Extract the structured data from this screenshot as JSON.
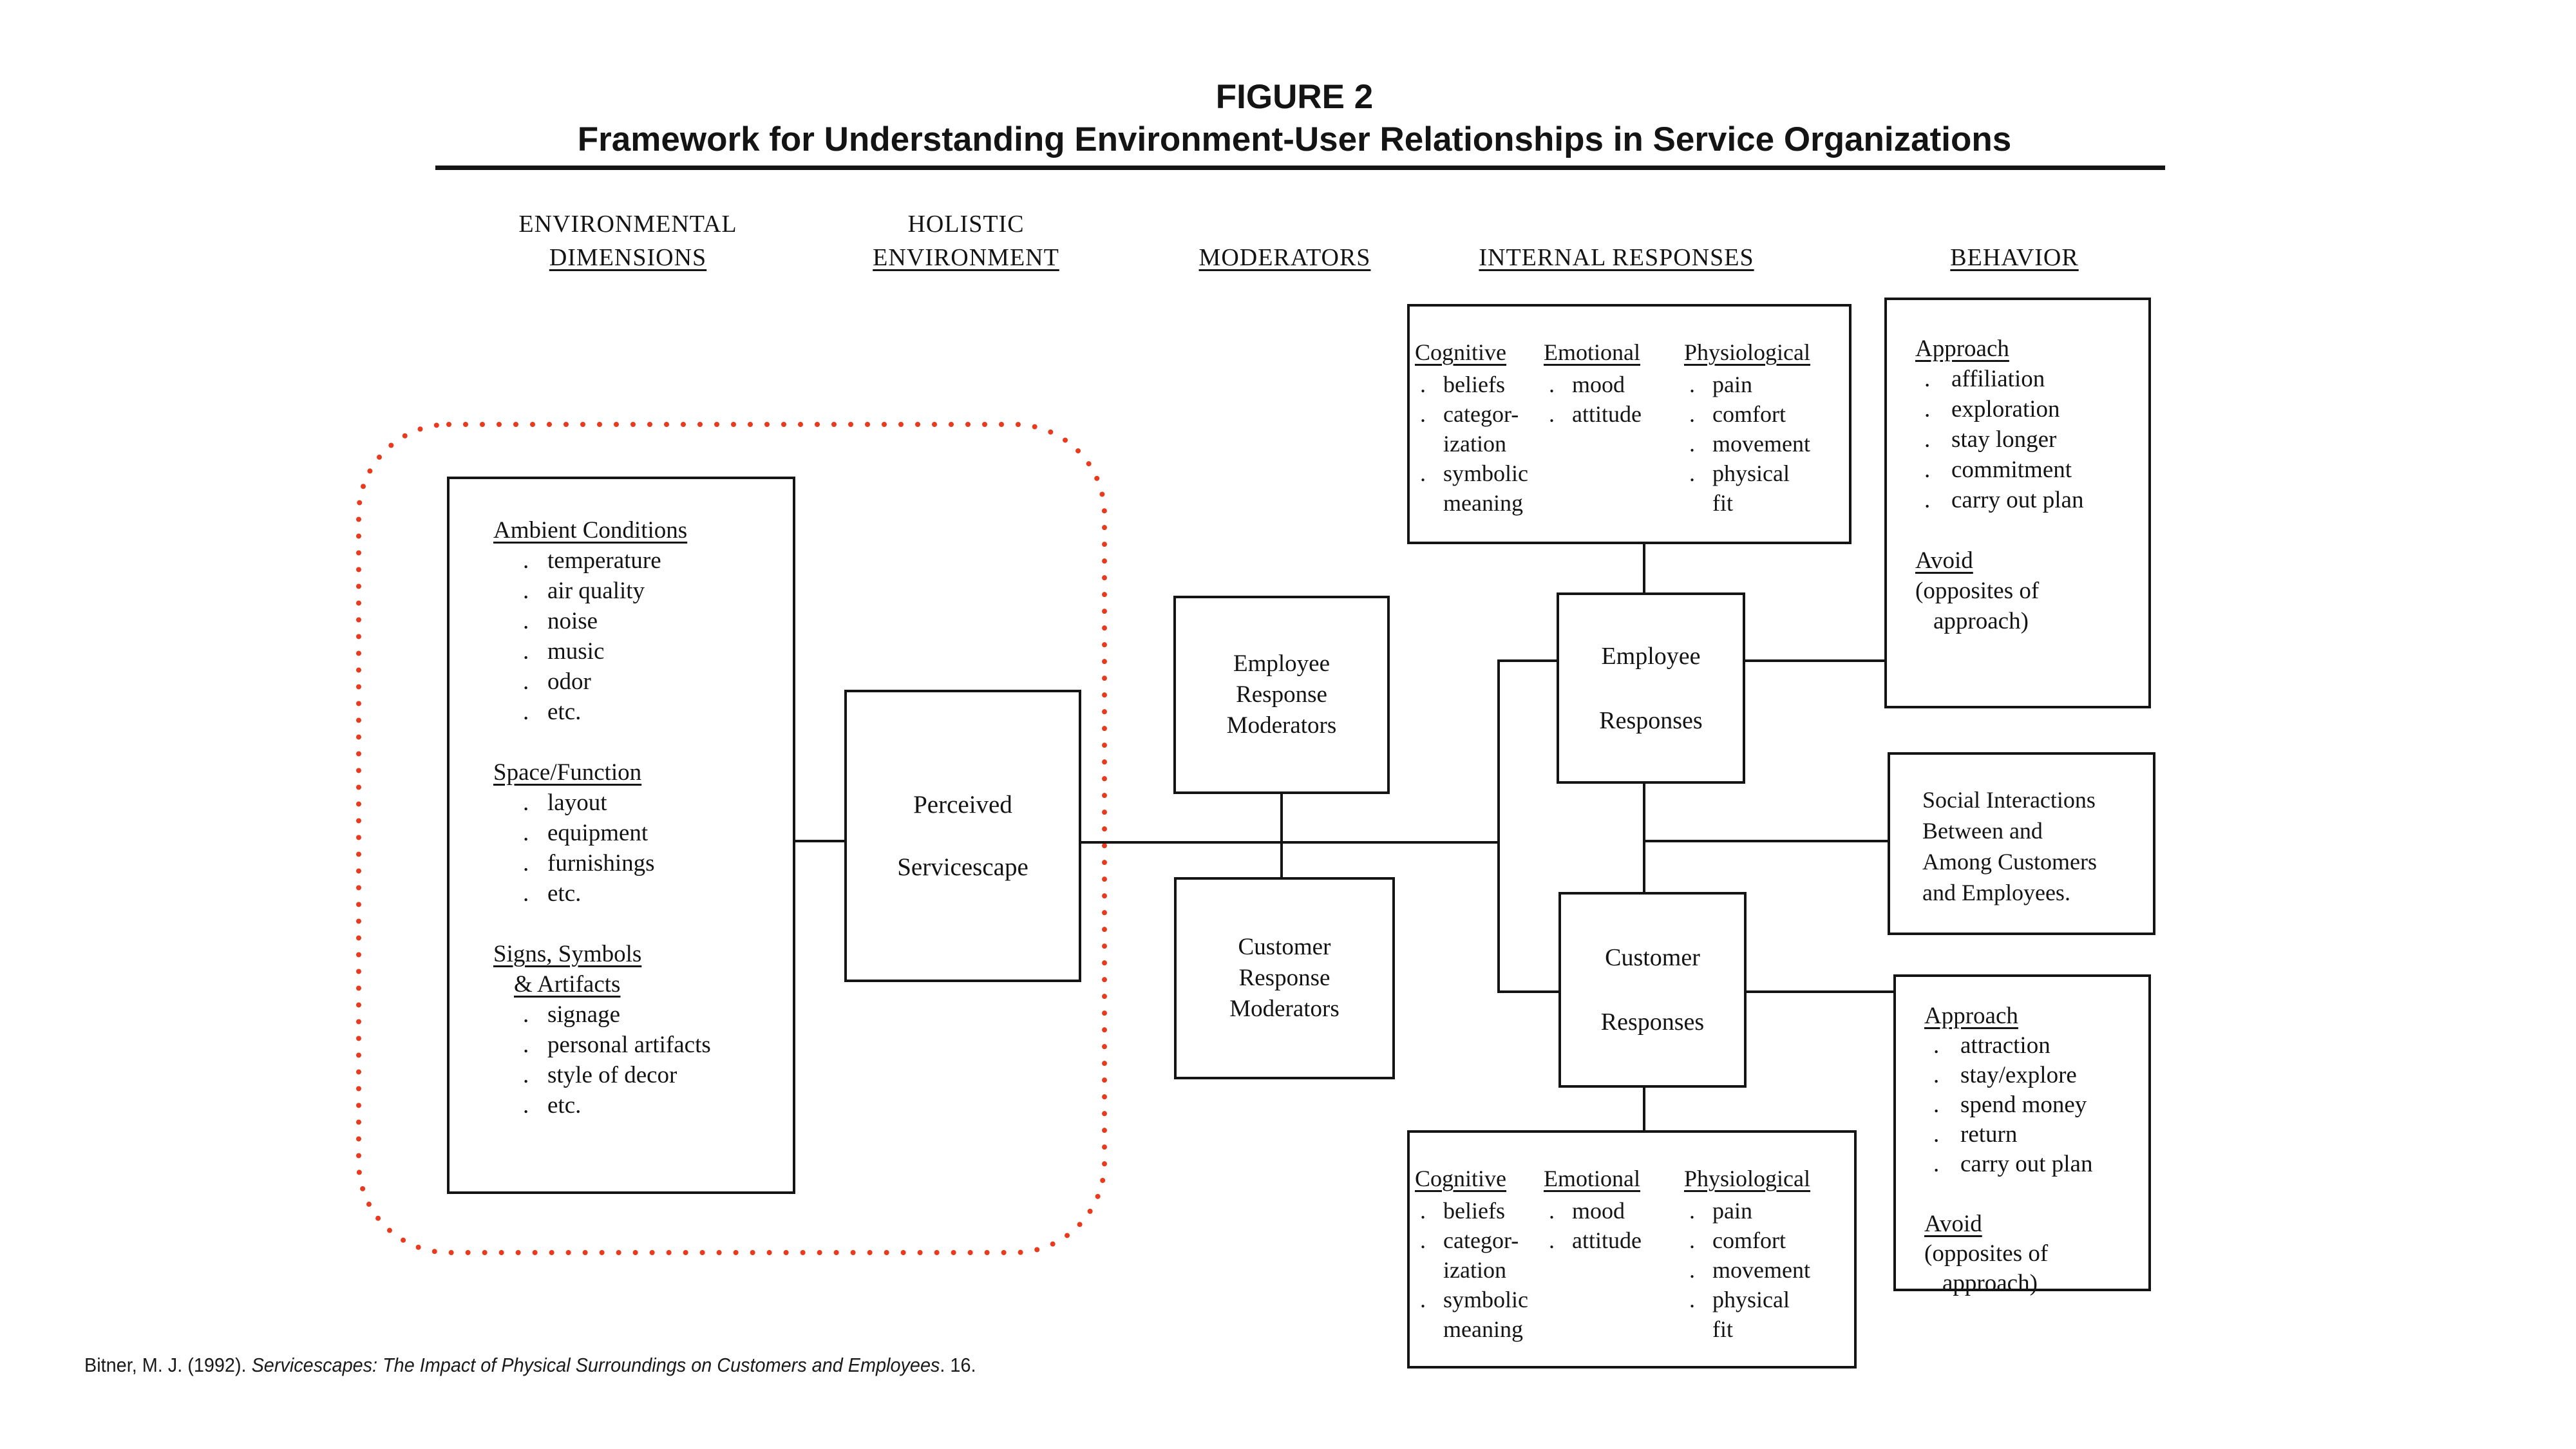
{
  "bullet_char": ".",
  "colors": {
    "red": "#ea3a1e",
    "ink": "#141414",
    "bg": "#ffffff"
  },
  "title": {
    "line1": "FIGURE 2",
    "line2": "Framework for Understanding Environment-User Relationships in Service Organizations"
  },
  "column_headers": {
    "environmental": {
      "line1": "ENVIRONMENTAL",
      "line2": "DIMENSIONS"
    },
    "holistic": {
      "line1": "HOLISTIC",
      "line2": "ENVIRONMENT"
    },
    "moderators": {
      "line1": "",
      "line2": "MODERATORS"
    },
    "internal": {
      "line1": "",
      "line2": "INTERNAL RESPONSES"
    },
    "behavior": {
      "line1": "",
      "line2": "BEHAVIOR"
    }
  },
  "environmental_box": {
    "sections": [
      {
        "title_line1": "Ambient Conditions",
        "title_line2": "",
        "items": [
          "temperature",
          "air quality",
          "noise",
          "music",
          "odor",
          "etc."
        ]
      },
      {
        "title_line1": "Space/Function",
        "title_line2": "",
        "items": [
          "layout",
          "equipment",
          "furnishings",
          "etc."
        ]
      },
      {
        "title_line1": "Signs, Symbols",
        "title_line2": "& Artifacts",
        "items": [
          "signage",
          "personal artifacts",
          "style of decor",
          "etc."
        ]
      }
    ]
  },
  "perceived_box": {
    "line1": "Perceived",
    "line2": "Servicescape"
  },
  "employee_moderator_box": {
    "line1": "Employee",
    "line2": "Response",
    "line3": "Moderators"
  },
  "customer_moderator_box": {
    "line1": "Customer",
    "line2": "Response",
    "line3": "Moderators"
  },
  "employee_response_box": {
    "line1": "Employee",
    "line2": "Responses"
  },
  "customer_response_box": {
    "line1": "Customer",
    "line2": "Responses"
  },
  "internal_response_columns": {
    "cognitive": {
      "header": "Cognitive",
      "lines": [
        {
          "bullet": true,
          "text": "beliefs"
        },
        {
          "bullet": true,
          "text": "categor-"
        },
        {
          "bullet": false,
          "text": "ization"
        },
        {
          "bullet": true,
          "text": "symbolic"
        },
        {
          "bullet": false,
          "text": "meaning"
        }
      ]
    },
    "emotional": {
      "header": "Emotional",
      "lines": [
        {
          "bullet": true,
          "text": "mood"
        },
        {
          "bullet": true,
          "text": "attitude"
        }
      ]
    },
    "physiological": {
      "header": "Physiological",
      "lines": [
        {
          "bullet": true,
          "text": "pain"
        },
        {
          "bullet": true,
          "text": "comfort"
        },
        {
          "bullet": true,
          "text": "movement"
        },
        {
          "bullet": true,
          "text": "physical"
        },
        {
          "bullet": false,
          "text": "fit"
        }
      ]
    }
  },
  "behavior_top_box": {
    "approach_title": "Approach",
    "approach_items": [
      "affiliation",
      "exploration",
      "stay longer",
      "commitment",
      "carry out plan"
    ],
    "avoid_title": "Avoid",
    "avoid_line1": "(opposites of",
    "avoid_line2": "approach)"
  },
  "social_box": {
    "line1": "Social Interactions",
    "line2": "Between and",
    "line3": "Among Customers",
    "line4": "and Employees."
  },
  "behavior_bottom_box": {
    "approach_title": "Approach",
    "approach_items": [
      "attraction",
      "stay/explore",
      "spend money",
      "return",
      "carry out plan"
    ],
    "avoid_title": "Avoid",
    "avoid_line1": "(opposites of",
    "avoid_line2": "approach)"
  },
  "citation": {
    "prefix": "Bitner, M. J. (1992). ",
    "work_title": "Servicescapes: The Impact of Physical Surroundings on Customers and Employees",
    "suffix": ". 16."
  }
}
